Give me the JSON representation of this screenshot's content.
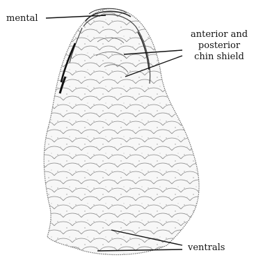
{
  "figure": {
    "labels": {
      "mental": "mental",
      "chin_shield": "anterior and posterior chin shield",
      "ventrals": "ventrals"
    }
  }
}
